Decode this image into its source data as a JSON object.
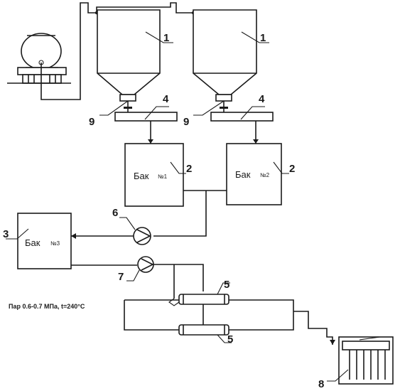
{
  "diagram": {
    "steam_label": "Пар 0.6-0.7 МПа, t=240°С",
    "tanks": [
      {
        "word": "Бак",
        "number": "№1"
      },
      {
        "word": "Бак",
        "number": "№2"
      },
      {
        "word": "Бак",
        "number": "№3"
      }
    ],
    "callouts": {
      "hopper_left": "1",
      "hopper_right": "1",
      "tank_1": "2",
      "tank_2": "2",
      "tank_3": "3",
      "feeder_left": "4",
      "feeder_right": "4",
      "heater_top": "5",
      "heater_bottom": "5",
      "pump_top": "6",
      "pump_bottom": "7",
      "receiver": "8",
      "valve_left": "9",
      "valve_right": "9"
    }
  }
}
